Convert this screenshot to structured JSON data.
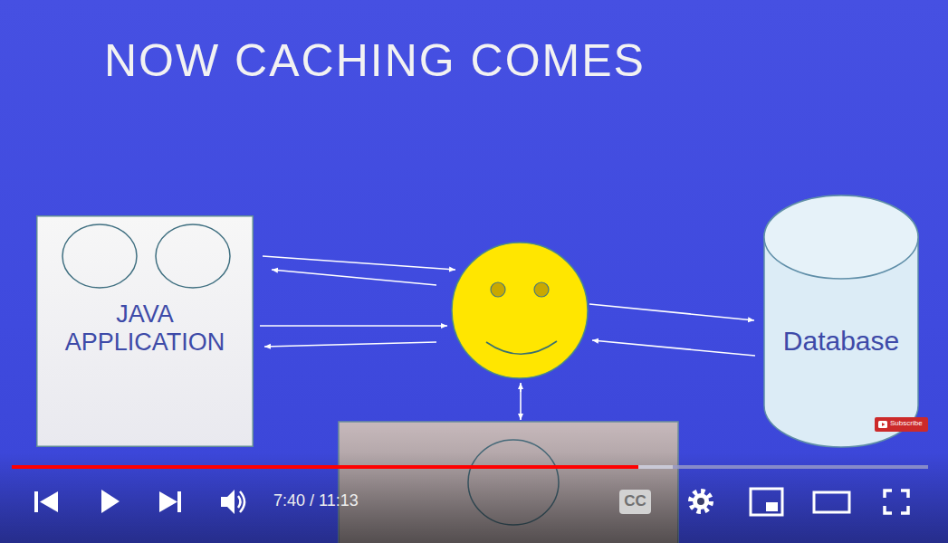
{
  "diagram": {
    "title": "NOW CACHING COMES",
    "nodes": [
      {
        "text": [
          "JAVA APPLICATION"
        ]
      },
      {
        "text": [
          "Database"
        ]
      }
    ],
    "labels": [
      "Subscribe",
      "7:40 / 11:13",
      "CC"
    ]
  }
}
